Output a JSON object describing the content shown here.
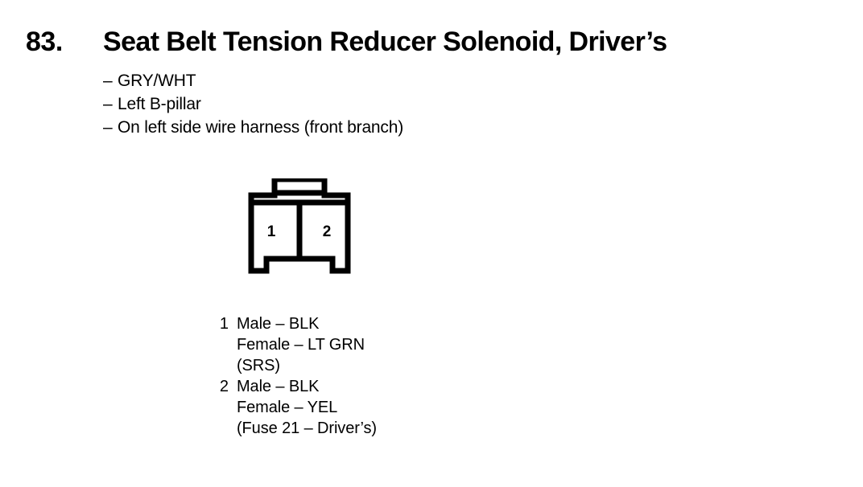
{
  "page": {
    "background_color": "#ffffff",
    "text_color": "#000000"
  },
  "header": {
    "number": "83.",
    "title": "Seat Belt Tension Reducer Solenoid, Driver’s"
  },
  "attributes": [
    {
      "dash": "–",
      "text": "GRY/WHT"
    },
    {
      "dash": "–",
      "text": "Left B-pillar"
    },
    {
      "dash": "–",
      "text": "On left side wire harness (front branch)"
    }
  ],
  "connector": {
    "name": "two-cavity-connector",
    "cavity_count": 2,
    "cavity_labels": [
      "1",
      "2"
    ],
    "orientation": "tab-up"
  },
  "pins": [
    {
      "number": "1",
      "lines": [
        "Male – BLK",
        "Female – LT GRN",
        "(SRS)"
      ]
    },
    {
      "number": "2",
      "lines": [
        "Male – BLK",
        "Female – YEL",
        "(Fuse 21 – Driver’s)"
      ]
    }
  ]
}
